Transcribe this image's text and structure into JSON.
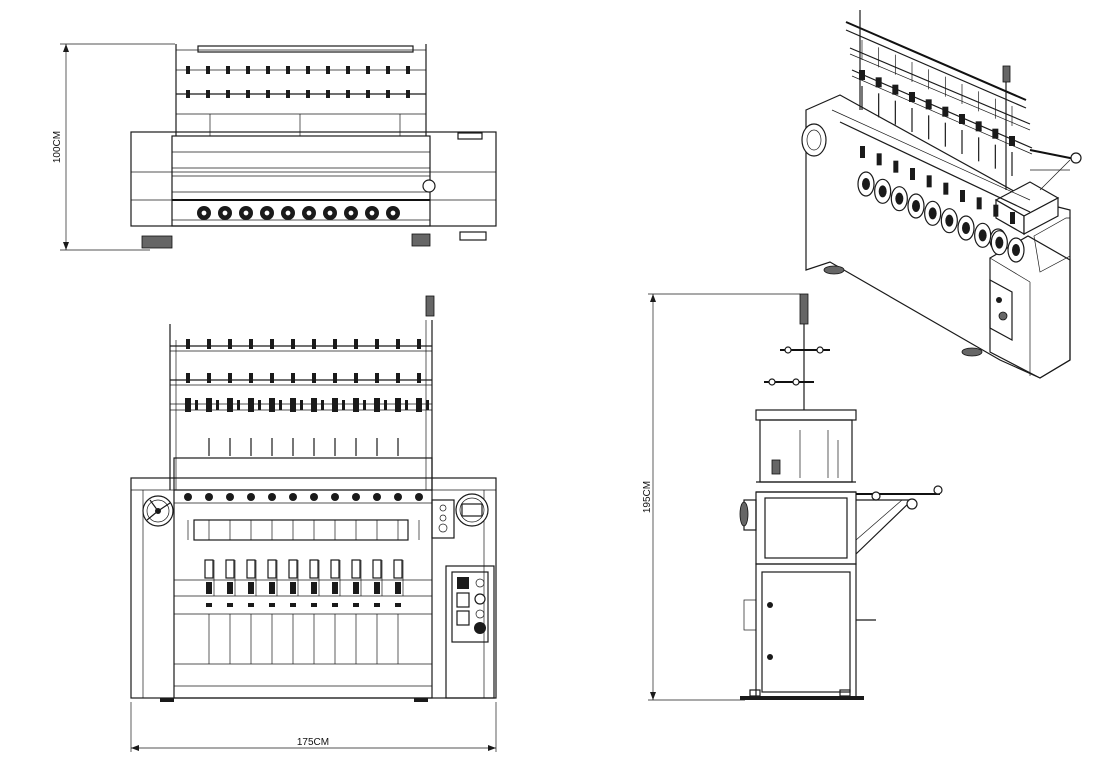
{
  "dimensions": {
    "height_top_view": "100CM",
    "width_front_view": "175CM",
    "height_side_view": "195CM"
  },
  "front_view": {
    "needle_count": 12
  }
}
